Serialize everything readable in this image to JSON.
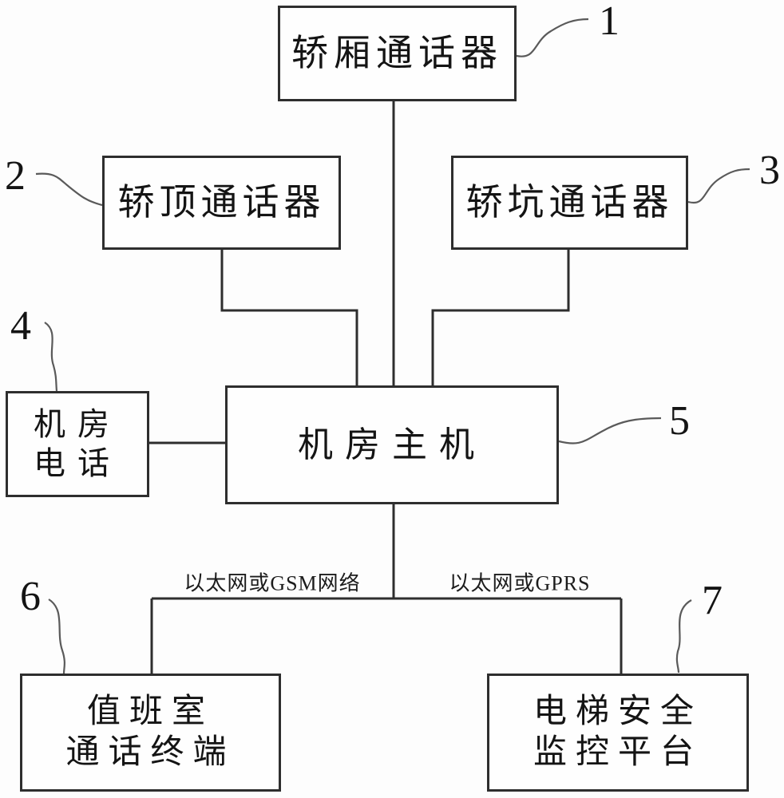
{
  "nodes": {
    "car_intercom": {
      "label": "轿厢通话器",
      "ref": "1"
    },
    "car_top_intercom": {
      "label": "轿顶通话器",
      "ref": "2"
    },
    "car_pit_intercom": {
      "label": "轿坑通话器",
      "ref": "3"
    },
    "machine_room_phone": {
      "line1": "机房",
      "line2": "电话",
      "ref": "4"
    },
    "machine_room_host": {
      "label": "机房主机",
      "ref": "5"
    },
    "duty_room_terminal": {
      "line1": "值班室",
      "line2": "通话终端",
      "ref": "6"
    },
    "safety_platform": {
      "line1": "电梯安全",
      "line2": "监控平台",
      "ref": "7"
    }
  },
  "link_labels": {
    "left_network": "以太网或GSM网络",
    "right_network": "以太网或GPRS"
  },
  "colors": {
    "background": "#fdfdfd",
    "wire": "#2e2e2e",
    "leader": "#5a5a5a",
    "text": "#141414"
  }
}
